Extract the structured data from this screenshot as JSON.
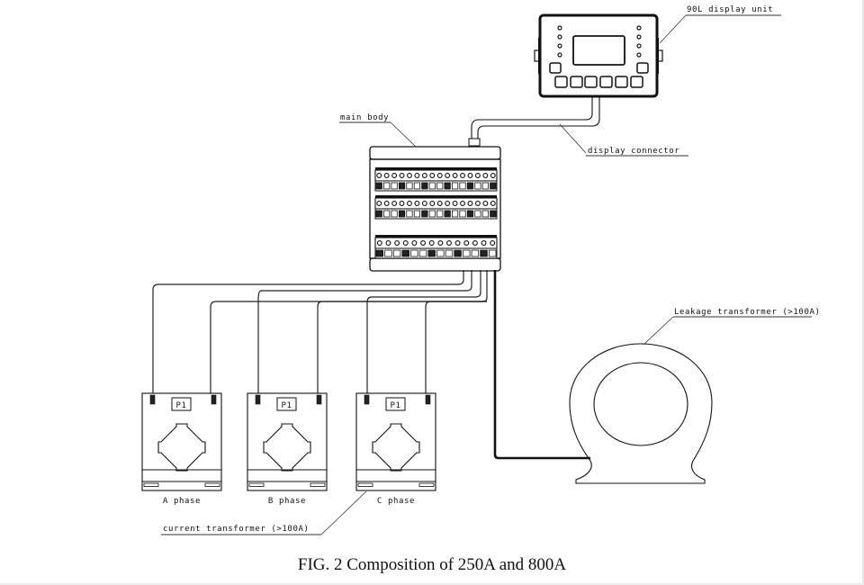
{
  "figure": {
    "caption": "FIG. 2 Composition of 250A and 800A",
    "labels": {
      "display_unit": "90L display unit",
      "main_body": "main body",
      "display_connector": "display connector",
      "leakage_transformer": "Leakage transformer (>100A)",
      "current_transformer": "current transformer (>100A)"
    },
    "phases": [
      {
        "name": "A phase",
        "terminal_label": "P1"
      },
      {
        "name": "B phase",
        "terminal_label": "P1"
      },
      {
        "name": "C phase",
        "terminal_label": "P1"
      }
    ],
    "display_unit": {
      "indicator_leds_per_side": 4,
      "side_buttons": 2,
      "bottom_buttons": 6
    }
  }
}
